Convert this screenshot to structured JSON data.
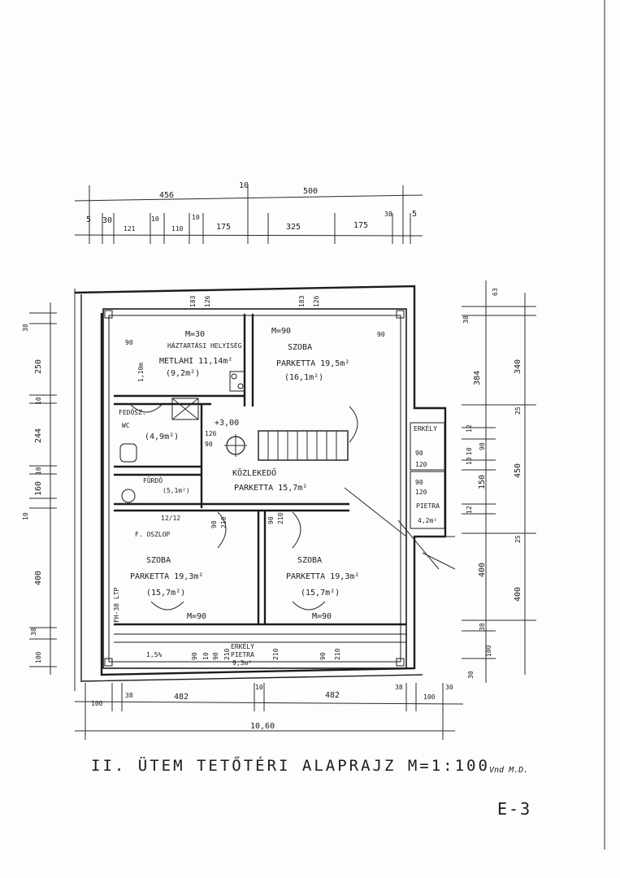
{
  "top_dims": {
    "row1": [
      "456",
      "10",
      "500"
    ],
    "row2": [
      "5",
      "30",
      "121",
      "10",
      "110",
      "10",
      "175",
      "325",
      "175",
      "38",
      "5"
    ]
  },
  "left_dims": [
    "38",
    "250",
    "10",
    "244",
    "10",
    "160",
    "10",
    "400",
    "38",
    "100"
  ],
  "right_dims": {
    "inner": [
      "38",
      "384",
      "12",
      "10",
      "90",
      "10",
      "150",
      "12",
      "400",
      "38",
      "100",
      "30"
    ],
    "outer": [
      "340",
      "25",
      "450",
      "25",
      "400"
    ],
    "extras": [
      "63"
    ]
  },
  "bottom_dims": {
    "row1": [
      "100",
      "38",
      "482",
      "10",
      "482",
      "38",
      "100",
      "30"
    ],
    "total": "10,60"
  },
  "rooms": {
    "hazt_title": "HÁZTARTÁSI HELYISÉG",
    "hazt_area": "METLAHI 11,14m²",
    "hazt_area2": "(9,2m²)",
    "hazt_h": "M=30",
    "hazt_side": "1,10m",
    "hazt_sink": "90",
    "szoba1_title": "SZOBA",
    "szoba1_area": "PARKETTA 19,5m²",
    "szoba1_area2": "(16,1m²)",
    "szoba1_h": "M=90",
    "szoba1_dim": "90",
    "szoba1_top": "183",
    "szoba1_top2": "126",
    "hazt_top": "183",
    "hazt_top2": "126",
    "fedo": "FEDŐSZ.",
    "wc_title": "WC",
    "wc_area": "(4,9m²)",
    "wc_stair": "+3,00",
    "wc_side": "126",
    "wc_side2": "90",
    "koz_title": "KÖZLEKEDŐ",
    "koz_area": "PARKETTA 15,7m²",
    "furdo_title": "FÜRDŐ",
    "furdo_area": "(5,1m²)",
    "erkely_title": "ERKÉLY",
    "erkely_dim1": "90",
    "erkely_dim2": "120",
    "erkely_dim3": "90",
    "erkely_dim4": "120",
    "pietra_title": "PIETRA",
    "pietra_area": "4,2m²",
    "szoba2_label": "F. OSZLOP",
    "szoba2_title": "SZOBA",
    "szoba2_area": "PARKETTA 19,3m²",
    "szoba2_area2": "(15,7m²)",
    "szoba2_h": "M=90",
    "szoba2_dim": "12/12",
    "szoba3_title": "SZOBA",
    "szoba3_area": "PARKETTA 19,3m²",
    "szoba3_area2": "(15,7m²)",
    "szoba3_h": "M=90",
    "side_label": "FH-38 LTP",
    "balcony_left": "1,5%",
    "balcony_title": "ERKÉLY",
    "balcony_sub": "PIETRA",
    "balcony_area": "9,3m²",
    "balcony_dims": [
      "90",
      "10",
      "90",
      "210",
      "210",
      "90",
      "210"
    ],
    "door_dims": [
      "90",
      "210"
    ]
  },
  "title": "II. ÜTEM TETŐTÉRI ALAPRAJZ M=1:100",
  "signature": "Vnd M.D.",
  "sheet_code": "E-3"
}
